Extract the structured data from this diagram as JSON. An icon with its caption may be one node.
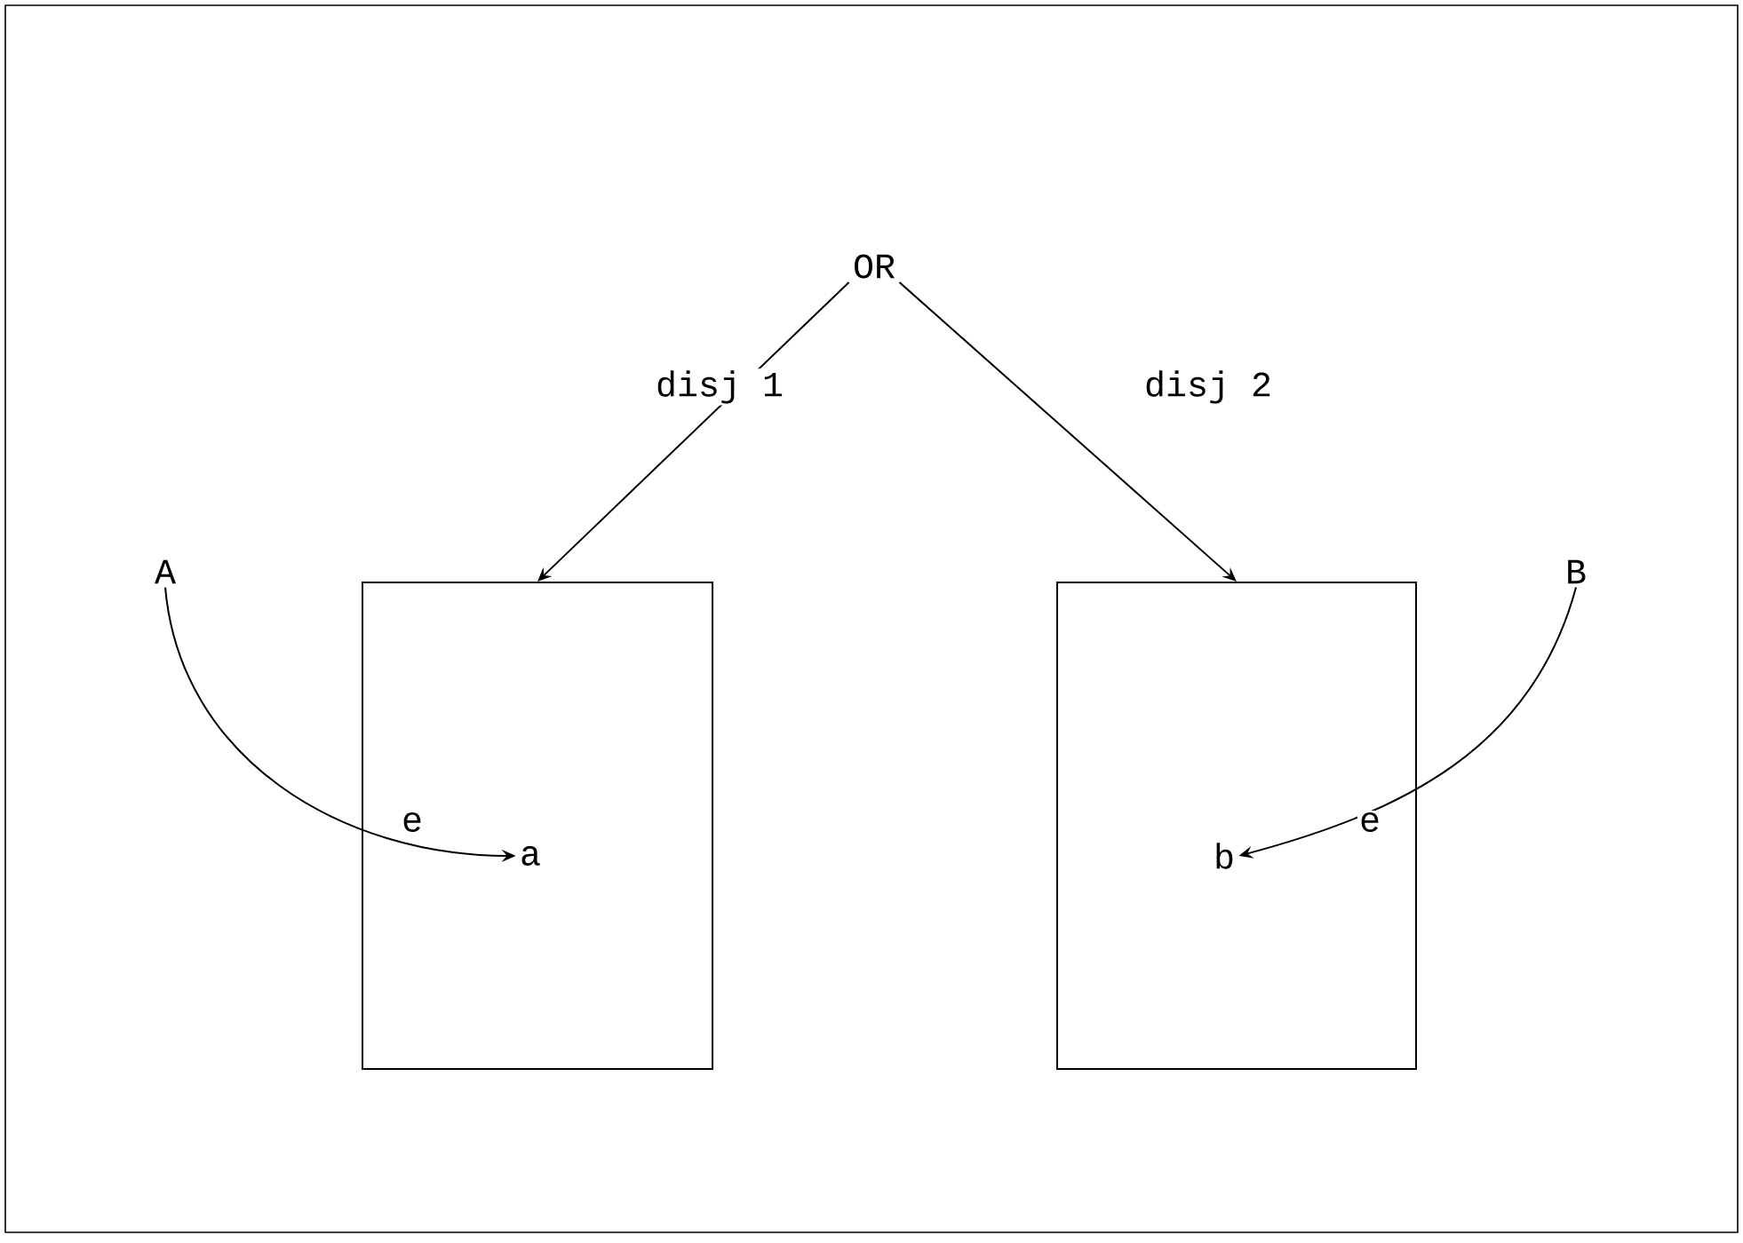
{
  "diagram": {
    "nodes": [
      {
        "text": [
          "OR"
        ]
      },
      {
        "text": [
          "A"
        ]
      },
      {
        "text": [],
        "shape": "box"
      },
      {
        "text": [],
        "shape": "box"
      },
      {
        "text": [
          "B"
        ]
      },
      {
        "text": [
          "a"
        ],
        "in": 2
      },
      {
        "text": [
          "b"
        ],
        "in": 3
      }
    ],
    "edges": [
      {
        "from": 0,
        "to": 2,
        "arrow": "to",
        "label": "disj 1"
      },
      {
        "from": 0,
        "to": 3,
        "arrow": "to",
        "label": "disj 2"
      },
      {
        "from": 1,
        "to": 5,
        "arrow": "to",
        "label": "e"
      },
      {
        "from": 4,
        "to": 6,
        "arrow": "to",
        "label": "e"
      }
    ]
  }
}
